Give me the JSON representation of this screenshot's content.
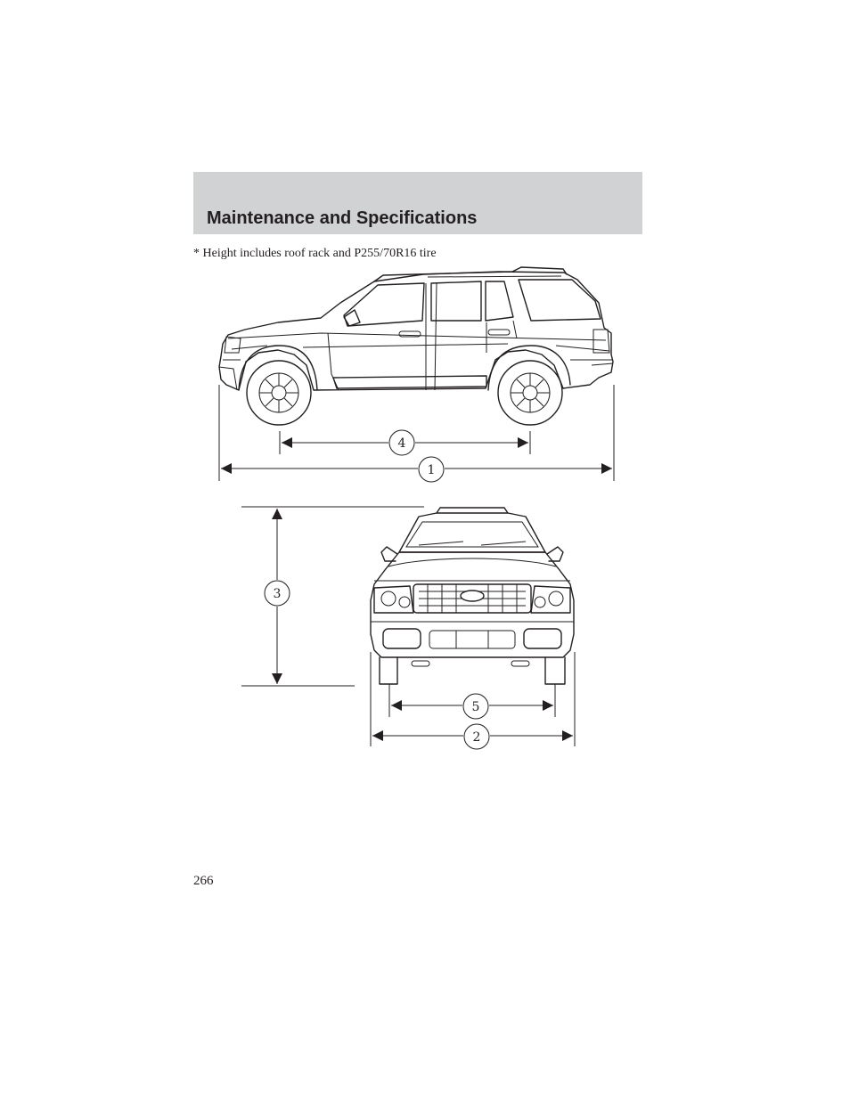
{
  "header": {
    "section_title": "Maintenance and Specifications"
  },
  "footnote": "* Height includes roof rack and P255/70R16 tire",
  "callouts": {
    "c1": "1",
    "c2": "2",
    "c3": "3",
    "c4": "4",
    "c5": "5"
  },
  "page_number": "266",
  "icons": {
    "side_view": "suv-side-view-illustration",
    "front_view": "suv-front-view-illustration"
  },
  "colors": {
    "header_band": "#d1d2d4",
    "ink": "#231f20"
  }
}
